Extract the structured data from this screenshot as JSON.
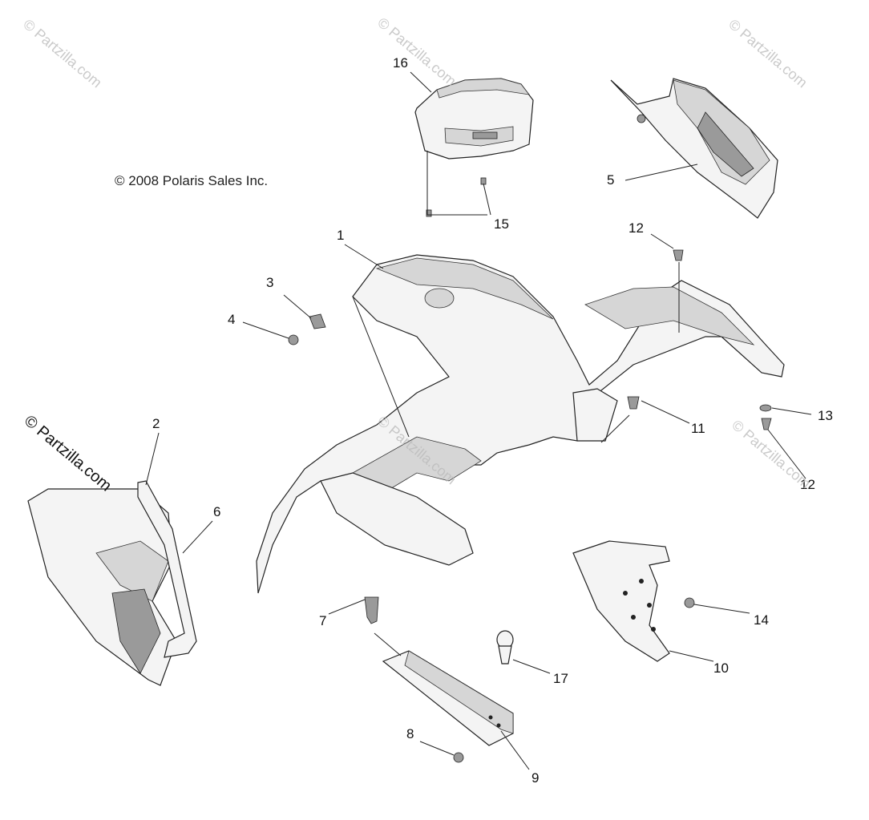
{
  "copyright": "© 2008 Polaris Sales Inc.",
  "watermark": "© Partzilla.com",
  "callouts": [
    "1",
    "2",
    "3",
    "4",
    "5",
    "6",
    "7",
    "8",
    "9",
    "10",
    "11",
    "12",
    "12",
    "13",
    "14",
    "15",
    "16",
    "17"
  ]
}
